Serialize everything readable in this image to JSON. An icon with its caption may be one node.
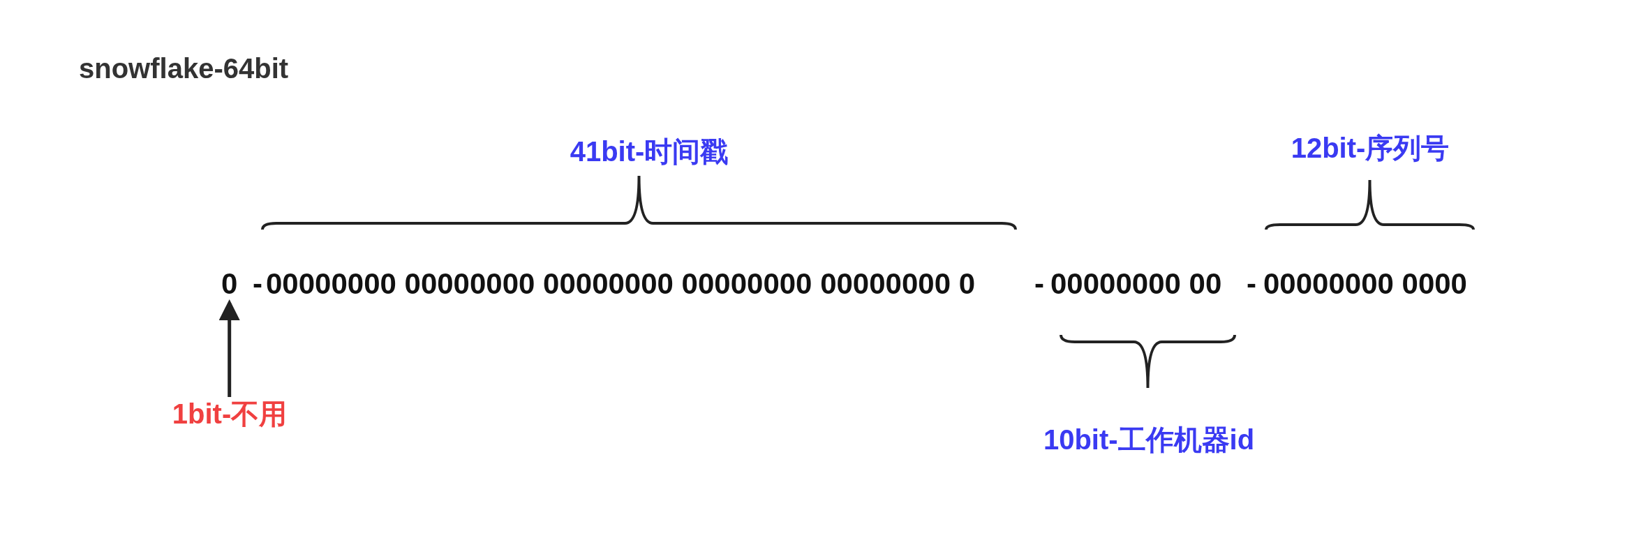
{
  "diagram": {
    "title": "snowflake-64bit",
    "nodes": [
      {
        "text": [
          "1bit-不用"
        ]
      },
      {
        "text": [
          "0"
        ]
      }
    ],
    "edges": [
      {
        "from": 0,
        "to": 1,
        "arrow": "to"
      }
    ],
    "labels": [
      "-",
      "00000000 00000000 00000000 00000000 00000000 0",
      "-",
      "00000000 00",
      "-",
      "00000000 0000",
      "41bit-时间戳",
      "12bit-序列号",
      "10bit-工作机器id"
    ]
  }
}
